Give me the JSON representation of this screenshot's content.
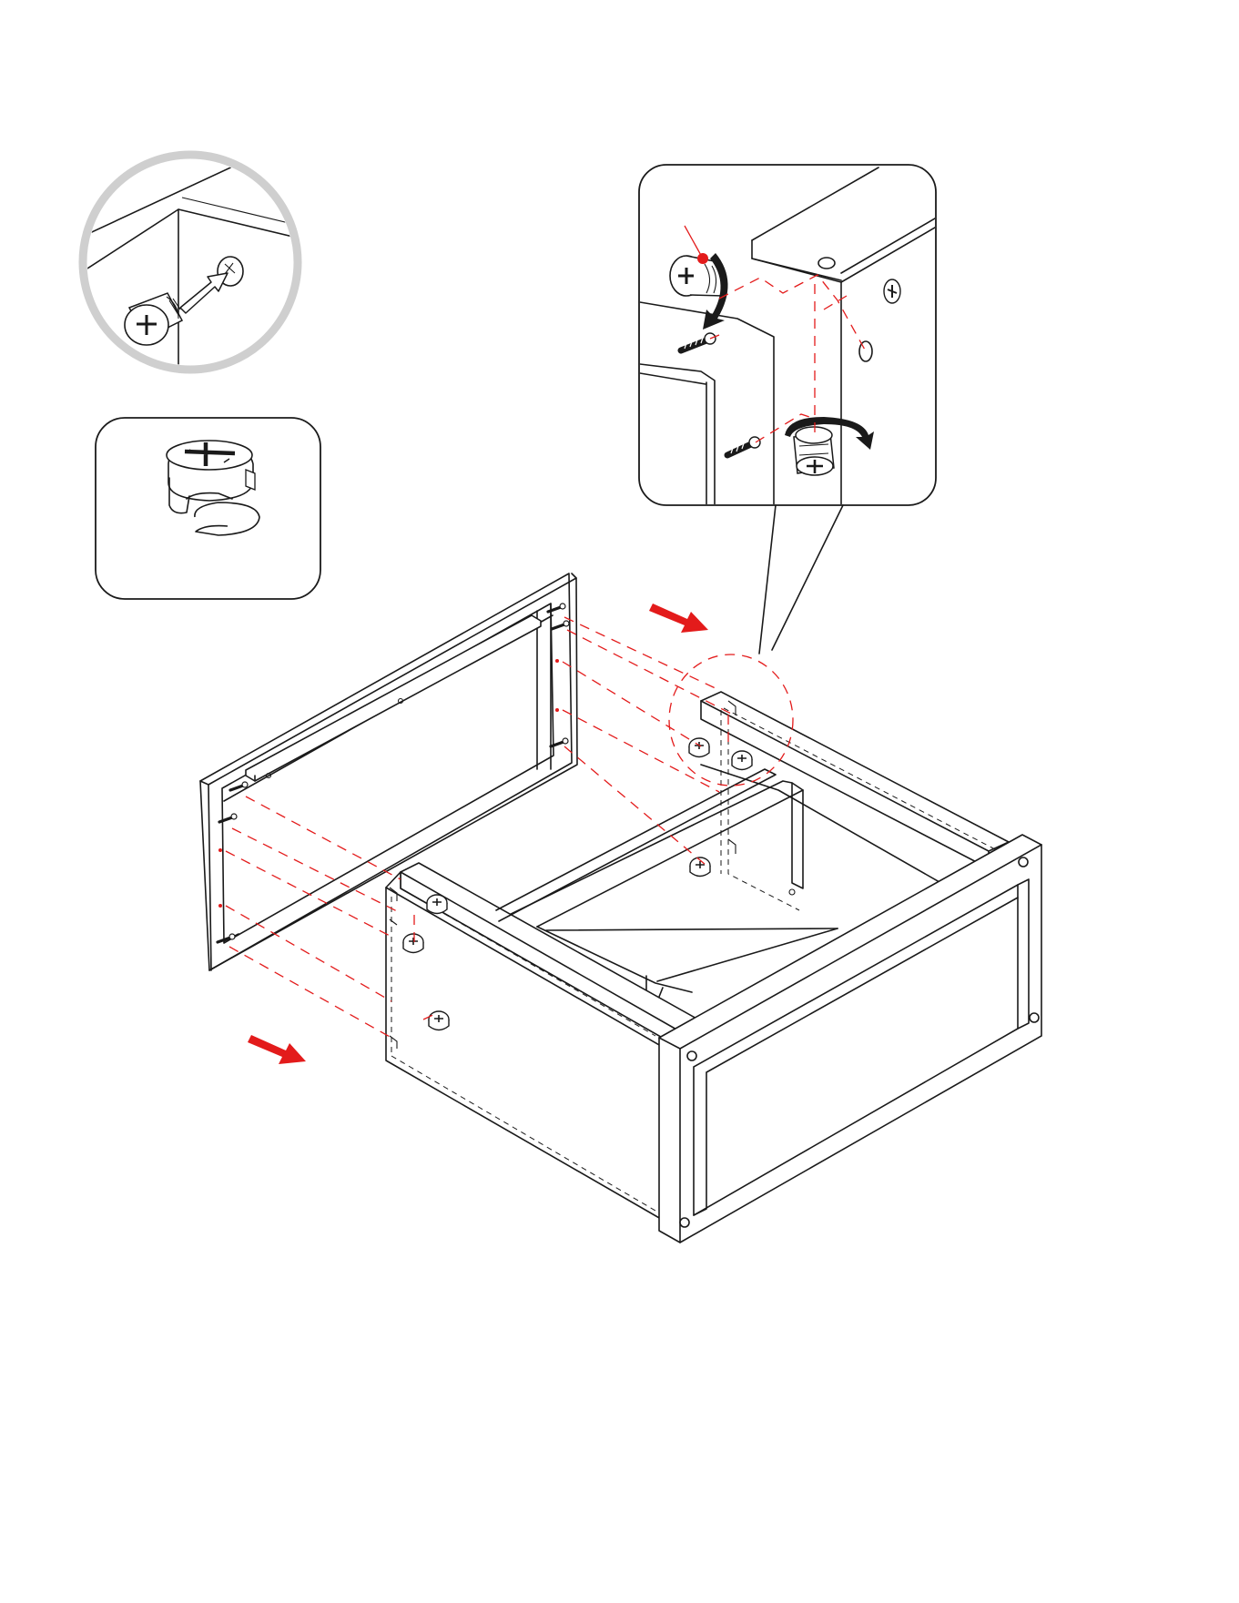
{
  "colors": {
    "line": "#1a1a1a",
    "guide": "#e31b1b",
    "accent_arrow": "#e31b1b",
    "detail_circle": "#cfcfcf",
    "background": "#ffffff"
  },
  "icons": {
    "cam_lock": "cam-lock-icon",
    "dowel_screw": "dowel-screw-icon",
    "rotate_arrow": "rotate-arrow-icon",
    "push_arrow": "push-arrow-icon",
    "direction_arrow": "direction-arrow-icon"
  },
  "panels": {
    "insert_detail": "cam-insert-detail",
    "part_detail": "cam-lock-part",
    "zoom_detail": "cam-lock-zoom-detail"
  }
}
